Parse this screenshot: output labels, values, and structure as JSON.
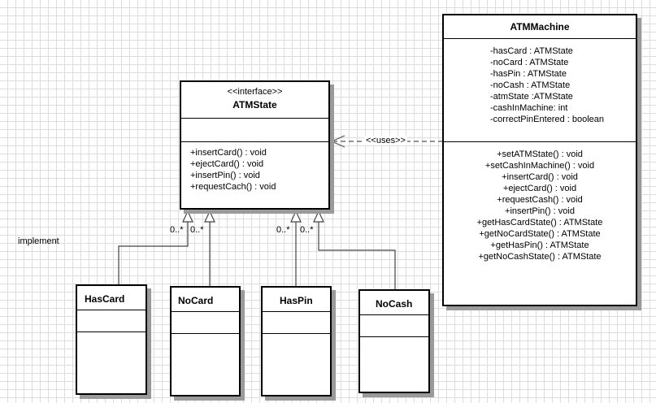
{
  "interface": {
    "stereotype": "<<interface>>",
    "name": "ATMState",
    "attributes": [],
    "operations": [
      "+insertCard() : void",
      "+ejectCard() : void",
      "+insertPin() : void",
      "+requestCach() : void"
    ]
  },
  "machine": {
    "name": "ATMMachine",
    "attributes": [
      "-hasCard : ATMState",
      "-noCard : ATMState",
      "-hasPin : ATMState",
      "-noCash : ATMState",
      "-atmState :ATMState",
      "-cashInMachine: int",
      "-correctPinEntered : boolean"
    ],
    "operations": [
      "+setATMState() : void",
      "+setCashInMachine() : void",
      "+insertCard() : void",
      "+ejectCard() : void",
      "+requestCash() : void",
      "+insertPin() : void",
      "+getHasCardState() : ATMState",
      "+getNoCardState() : ATMState",
      "+getHasPin() : ATMState",
      "+getNoCashState() : ATMState"
    ]
  },
  "states": [
    {
      "name": "HasCard"
    },
    {
      "name": "NoCard"
    },
    {
      "name": "HasPin"
    },
    {
      "name": "NoCash"
    }
  ],
  "labels": {
    "uses": "<<uses>>",
    "implement": "implement",
    "multiplicity": [
      "0..*",
      "0..*",
      "0..*",
      "0..*"
    ]
  }
}
